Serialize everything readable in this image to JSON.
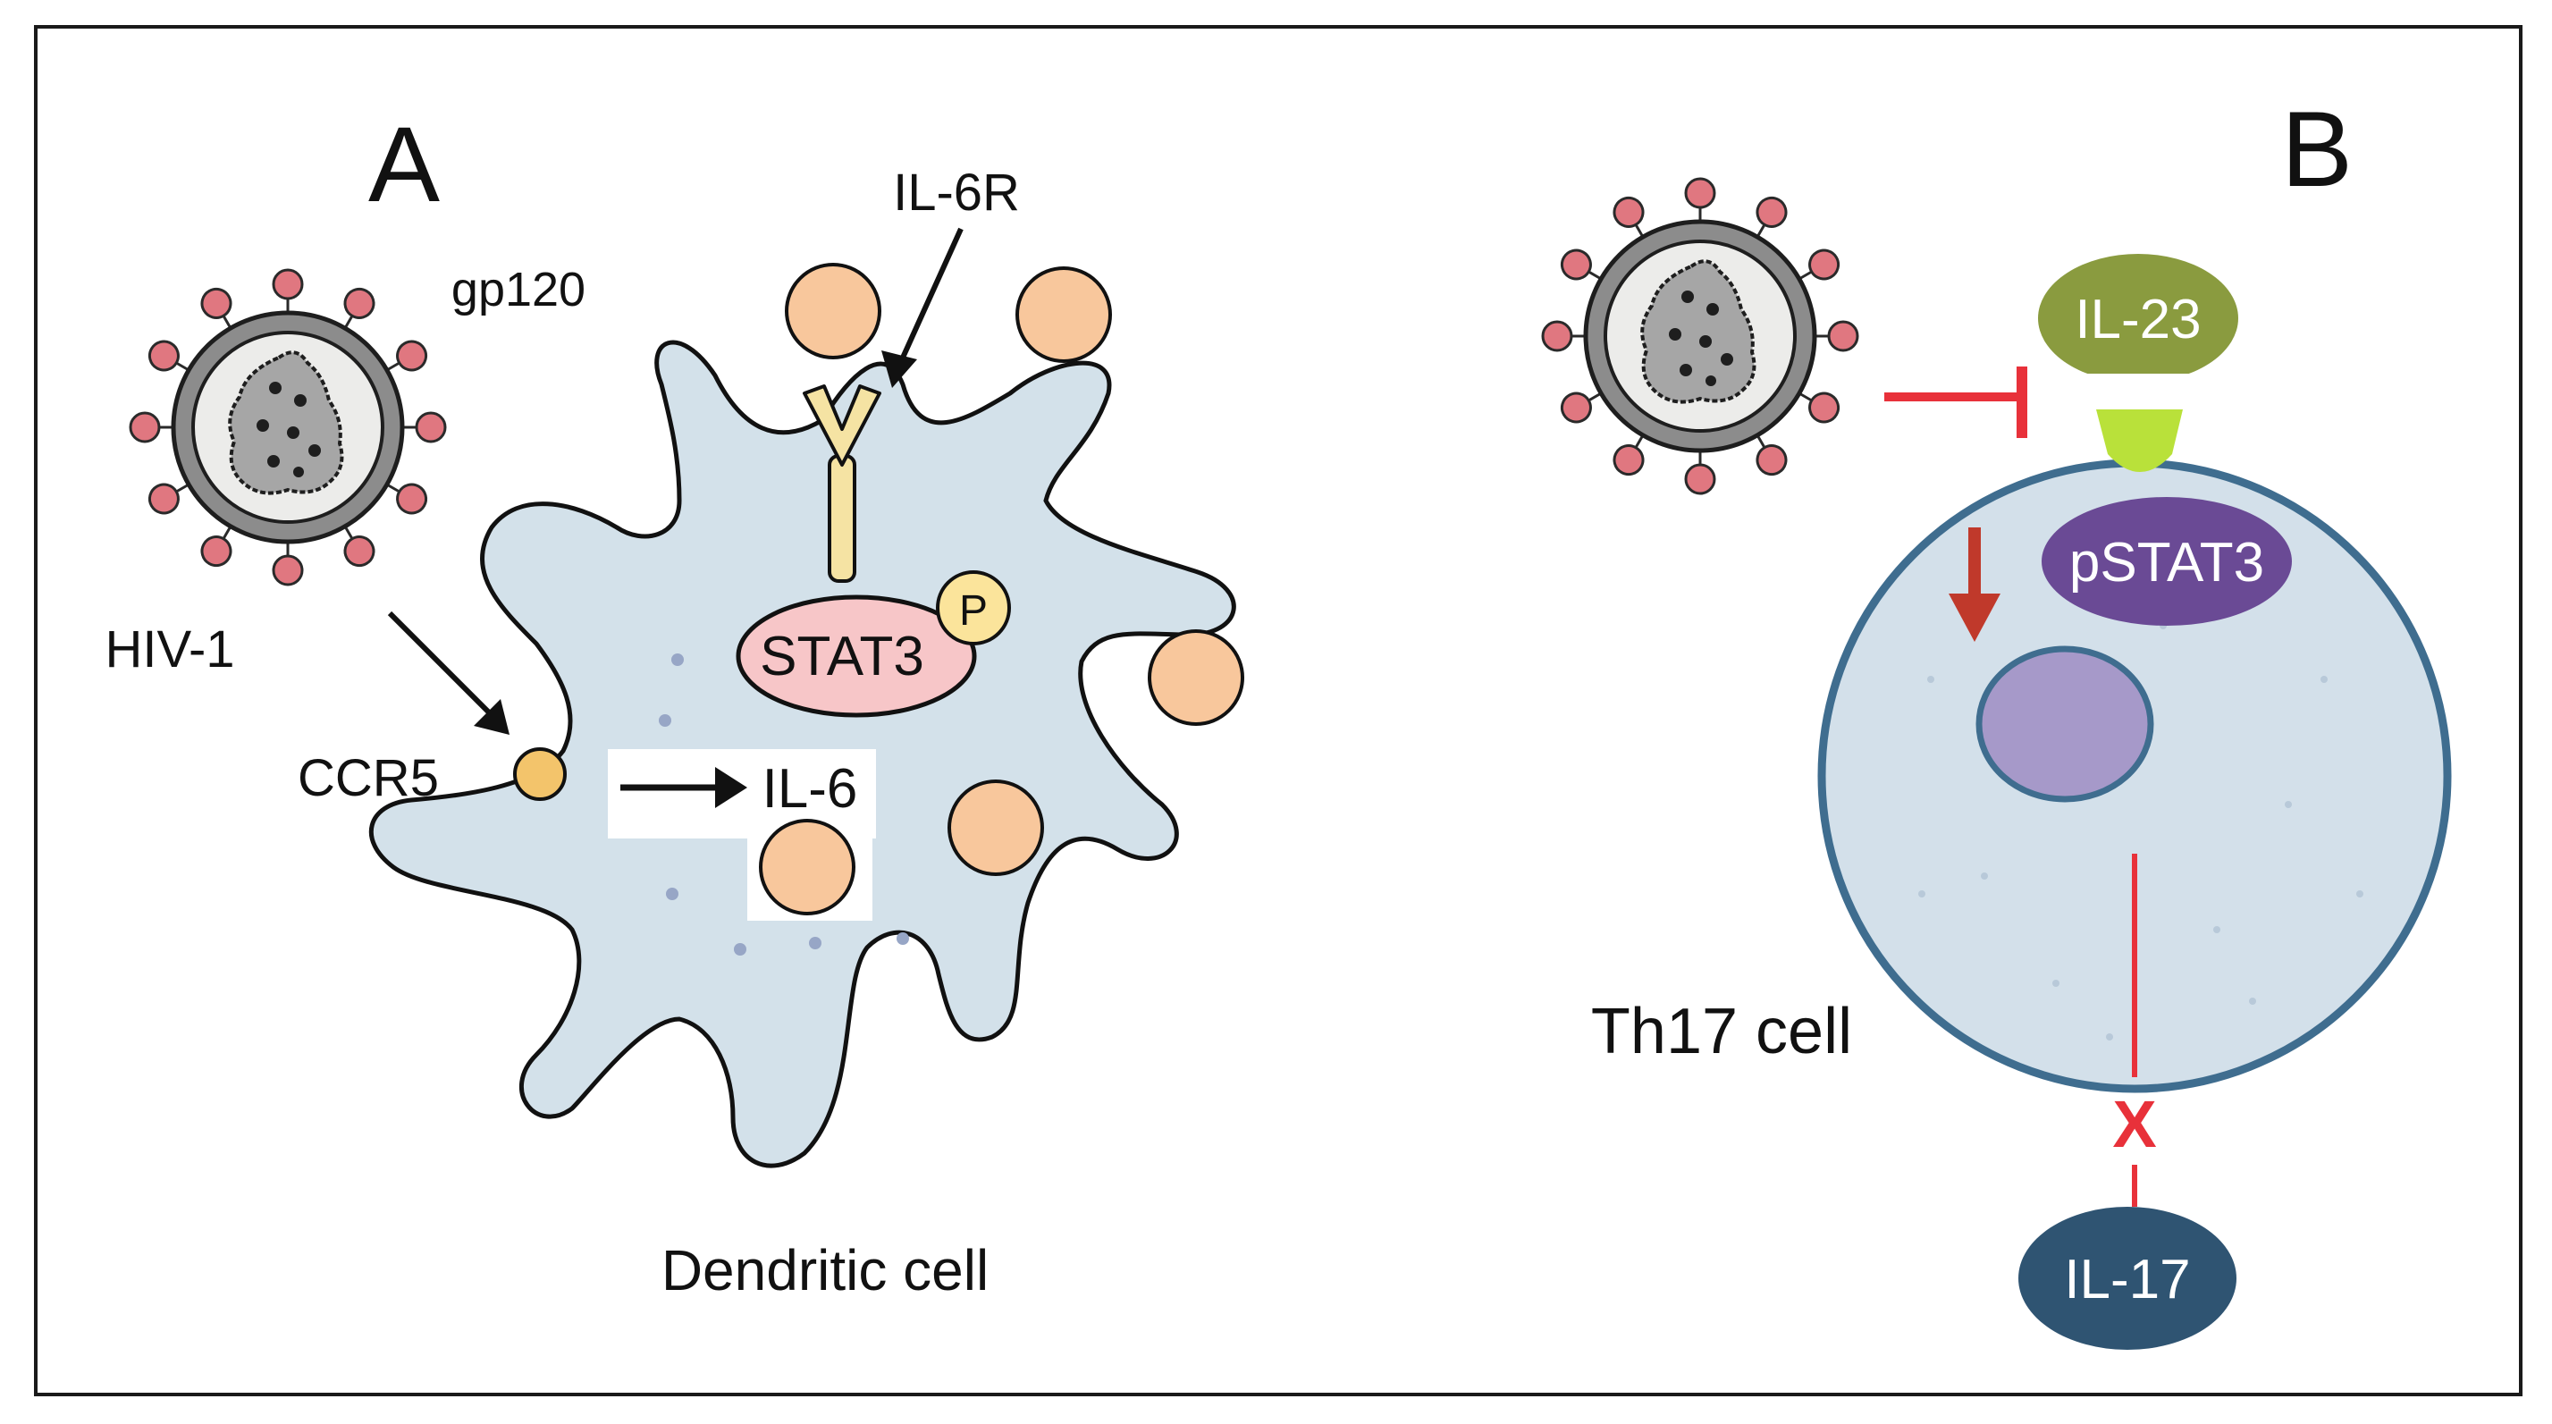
{
  "panel_a": {
    "letter": "A",
    "virus_label": "HIV-1",
    "spike_label": "gp120",
    "coreceptor_label": "CCR5",
    "receptor_label": "IL-6R",
    "stat_label": "STAT3",
    "phospho_label": "P",
    "cytokine_label": "IL-6",
    "cell_label": "Dendritic cell"
  },
  "panel_b": {
    "letter": "B",
    "cytokine_in_label": "IL-23",
    "stat_label": "pSTAT3",
    "cell_label": "Th17 cell",
    "block_mark": "X",
    "cytokine_out_label": "IL-17"
  },
  "colors": {
    "cell_fill": "#d3e1ea",
    "th17_fill": "#d3e0ea",
    "th17_outline": "#3f6d8f",
    "spike": "#e07780",
    "cytokine": "#f8c79c",
    "receptor": "#f5e3a3",
    "stat3": "#f7c6c8",
    "il23": "#8a9b3f",
    "il23_receptor": "#b9e13a",
    "pstat3": "#6a4a95",
    "il17": "#2f5472",
    "inhibit": "#e8313a",
    "down_arrow": "#c0392b",
    "nucleus": "#a699c9"
  },
  "icons": [
    "virus-icon",
    "virus-icon",
    "inhibition-icon",
    "down-arrow-icon",
    "arrow-icon"
  ]
}
